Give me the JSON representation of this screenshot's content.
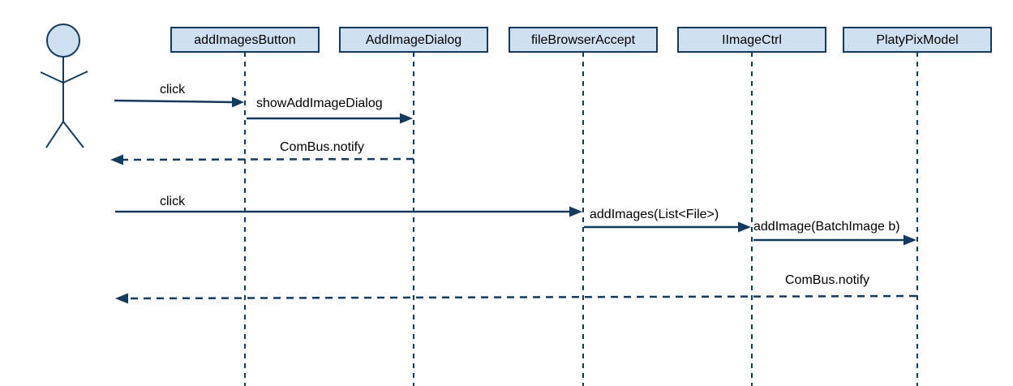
{
  "lifelines": [
    {
      "label": "addImagesButton"
    },
    {
      "label": "AddImageDialog"
    },
    {
      "label": "fileBrowserAccept"
    },
    {
      "label": "IImageCtrl"
    },
    {
      "label": "PlatyPixModel"
    }
  ],
  "messages": [
    {
      "label": "click",
      "style": "solid"
    },
    {
      "label": "showAddImageDialog",
      "style": "solid"
    },
    {
      "label": "ComBus.notify",
      "style": "dashed"
    },
    {
      "label": "click",
      "style": "solid"
    },
    {
      "label": "addImages(List<File>)",
      "style": "solid"
    },
    {
      "label": "addImage(BatchImage b)",
      "style": "solid"
    },
    {
      "label": "ComBus.notify",
      "style": "dashed"
    }
  ],
  "colors": {
    "box_fill": "#cfe0f2",
    "stroke": "#143a5e"
  }
}
